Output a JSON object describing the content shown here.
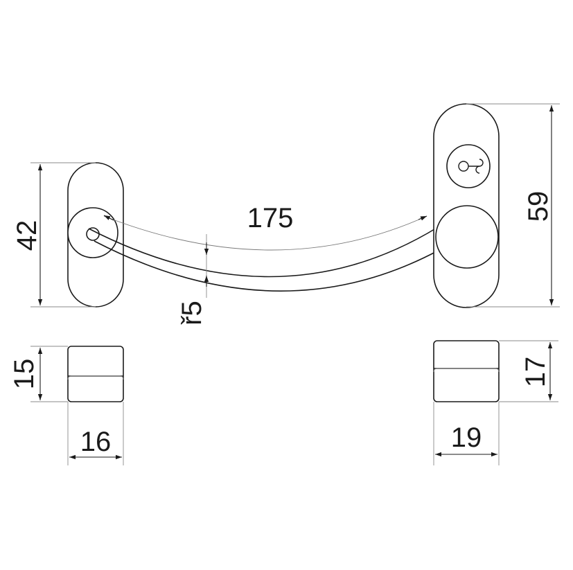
{
  "dimensions": {
    "left_height": "42",
    "cable_length": "175",
    "cable_radius": "ř5",
    "right_height": "59",
    "left_depth": "15",
    "left_width": "16",
    "right_depth": "17",
    "right_width": "19"
  },
  "colors": {
    "line": "#1a1a1a",
    "extension": "#8a8a8a",
    "background": "#ffffff"
  }
}
